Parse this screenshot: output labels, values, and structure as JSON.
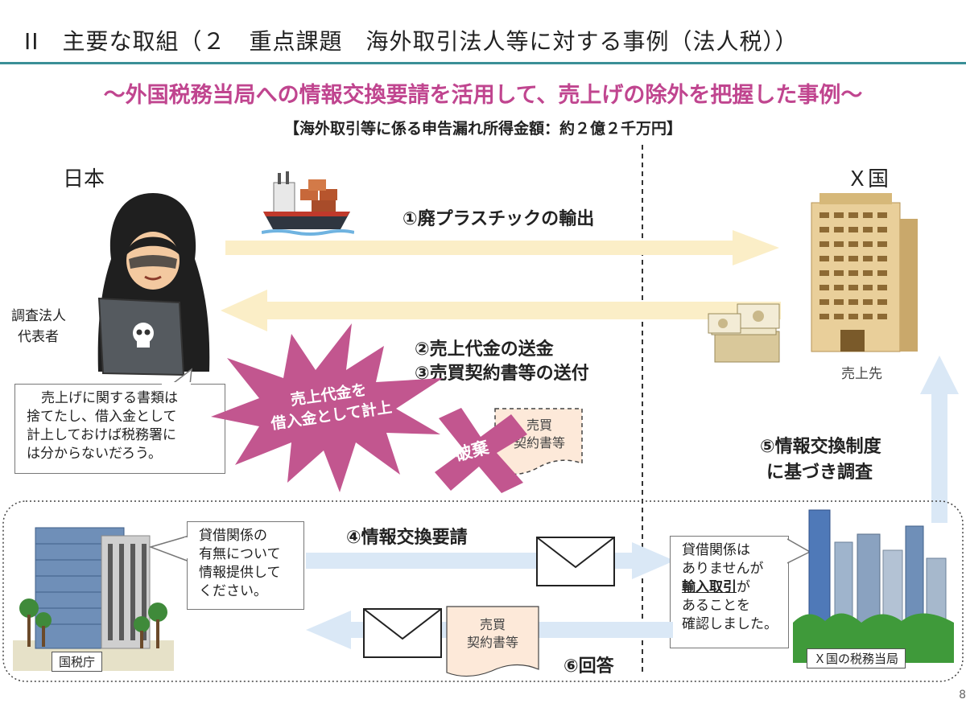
{
  "header": {
    "title": "II　主要な取組（２　重点課題　海外取引法人等に対する事例（法人税））"
  },
  "subtitle": "～外国税務当局への情報交換要請を活用して、売上げの除外を把握した事例～",
  "amount": "【海外取引等に係る申告漏れ所得金額：約２億２千万円】",
  "regions": {
    "japan": "日本",
    "country_x": "Ｘ国"
  },
  "actors": {
    "representative": [
      "調査法人",
      "代表者"
    ],
    "buyer": "売上先",
    "nta": "国税庁",
    "foreign_authority": "Ｘ国の税務当局"
  },
  "steps": {
    "s1": "①廃プラスチックの輸出",
    "s2": "②売上代金の送金",
    "s3": "③売買契約書等の送付",
    "s4": "④情報交換要請",
    "s5": [
      "⑤情報交換制度",
      "に基づき調査"
    ],
    "s6": "⑥回答"
  },
  "bubbles": {
    "thought": [
      "売上げに関する書類は",
      "捨てたし、借入金として",
      "計上しておけば税務署に",
      "は分からないだろう。"
    ],
    "request": [
      "貸借関係の",
      "有無について",
      "情報提供して",
      "ください。"
    ],
    "response_pre": [
      "貸借関係は",
      "ありませんが"
    ],
    "response_emph": "輸入取引",
    "response_emph_suffix": "が",
    "response_post": [
      "あることを",
      "確認しました。"
    ]
  },
  "burst": [
    "売上代金を",
    "借入金として計上"
  ],
  "discard": "破棄",
  "contract_doc": [
    "売買",
    "契約書等"
  ],
  "page_number": "8",
  "colors": {
    "accent_teal": "#3a8f97",
    "subtitle_pink": "#c0458f",
    "burst_pink": "#c2568f",
    "arrow_yellow": "#fbeec7",
    "arrow_blue": "#dae8f6",
    "doc_fill": "#fde9d9"
  }
}
